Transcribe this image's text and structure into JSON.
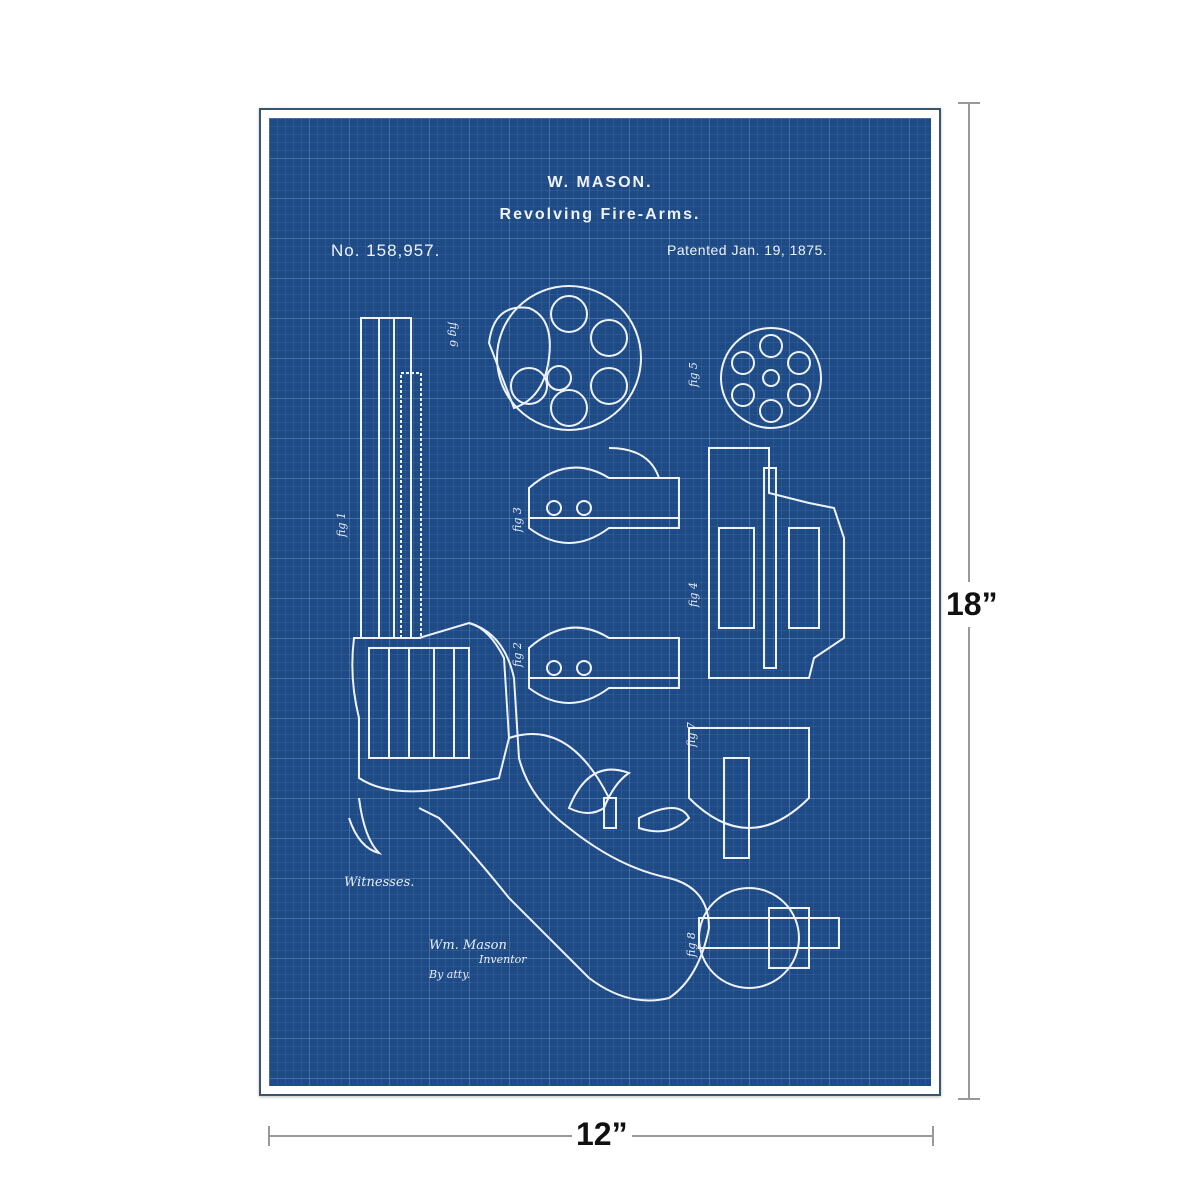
{
  "poster": {
    "inventor_heading": "W. MASON.",
    "title": "Revolving Fire-Arms.",
    "patent_number": "No. 158,957.",
    "patent_date": "Patented Jan. 19, 1875.",
    "witnesses_label": "Witnesses.",
    "inventor_signature": "Wm. Mason",
    "inventor_label": "Inventor",
    "attorney_label": "By atty.",
    "figure_labels": [
      "fig 1",
      "fig 2",
      "fig 3",
      "fig 4",
      "fig 5",
      "fig 6",
      "fig 7",
      "fig 8"
    ],
    "colors": {
      "blueprint": "#1e4a86",
      "lines": "#eef3fb"
    }
  },
  "dimensions": {
    "height": "18”",
    "width": "12”"
  }
}
